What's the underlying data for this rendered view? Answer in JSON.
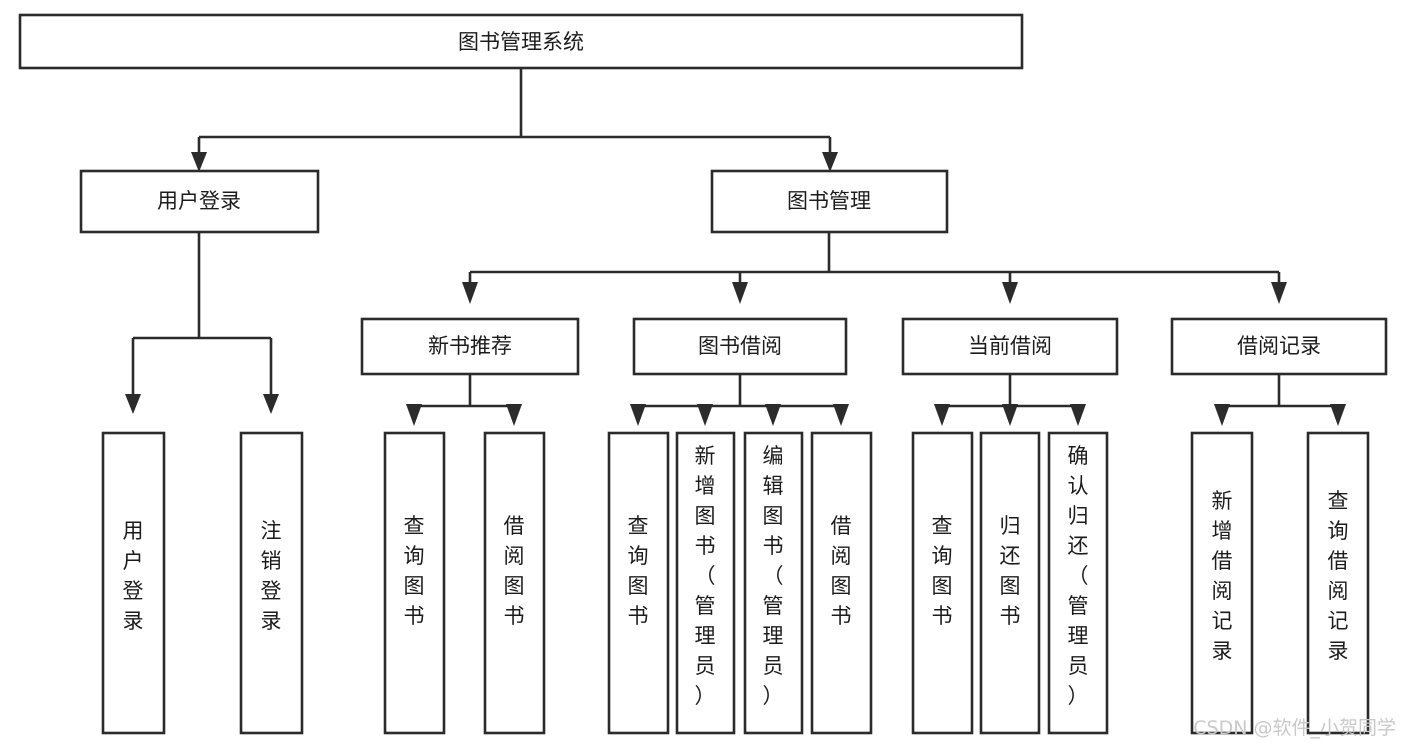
{
  "diagram": {
    "type": "tree-hierarchy-chart",
    "title": "图书管理系统",
    "background_color": "#ffffff",
    "line_color": "#2b2b2b",
    "text_color": "#1c1c1c",
    "levels": [
      {
        "level": 1,
        "nodes": [
          {
            "id": "root",
            "label": "图书管理系统",
            "orientation": "horizontal"
          }
        ]
      },
      {
        "level": 2,
        "nodes": [
          {
            "id": "login",
            "label": "用户登录",
            "orientation": "horizontal",
            "parent": "root"
          },
          {
            "id": "bookmgmt",
            "label": "图书管理",
            "orientation": "horizontal",
            "parent": "root"
          }
        ]
      },
      {
        "level": 3,
        "nodes": [
          {
            "id": "newbook",
            "label": "新书推荐",
            "orientation": "horizontal",
            "parent": "bookmgmt"
          },
          {
            "id": "borrow",
            "label": "图书借阅",
            "orientation": "horizontal",
            "parent": "bookmgmt"
          },
          {
            "id": "current",
            "label": "当前借阅",
            "orientation": "horizontal",
            "parent": "bookmgmt"
          },
          {
            "id": "records",
            "label": "借阅记录",
            "orientation": "horizontal",
            "parent": "bookmgmt"
          }
        ]
      },
      {
        "level": 4,
        "nodes": [
          {
            "id": "leaf-1",
            "label": "用户登录",
            "orientation": "vertical",
            "parent": "login"
          },
          {
            "id": "leaf-2",
            "label": "注销登录",
            "orientation": "vertical",
            "parent": "login"
          },
          {
            "id": "leaf-3",
            "label": "查询图书",
            "orientation": "vertical",
            "parent": "newbook"
          },
          {
            "id": "leaf-4",
            "label": "借阅图书",
            "orientation": "vertical",
            "parent": "newbook"
          },
          {
            "id": "leaf-5",
            "label": "查询图书",
            "orientation": "vertical",
            "parent": "borrow"
          },
          {
            "id": "leaf-6",
            "label": "新增图书（管理员）",
            "orientation": "vertical",
            "parent": "borrow"
          },
          {
            "id": "leaf-7",
            "label": "编辑图书（管理员）",
            "orientation": "vertical",
            "parent": "borrow"
          },
          {
            "id": "leaf-8",
            "label": "借阅图书",
            "orientation": "vertical",
            "parent": "borrow"
          },
          {
            "id": "leaf-9",
            "label": "查询图书",
            "orientation": "vertical",
            "parent": "current"
          },
          {
            "id": "leaf-10",
            "label": "归还图书",
            "orientation": "vertical",
            "parent": "current"
          },
          {
            "id": "leaf-11",
            "label": "确认归还（管理员）",
            "orientation": "vertical",
            "parent": "current"
          },
          {
            "id": "leaf-12",
            "label": "新增借阅记录",
            "orientation": "vertical",
            "parent": "records"
          },
          {
            "id": "leaf-13",
            "label": "查询借阅记录",
            "orientation": "vertical",
            "parent": "records"
          }
        ]
      }
    ]
  },
  "watermark": {
    "text": "CSDN @软件_小贺同学"
  }
}
